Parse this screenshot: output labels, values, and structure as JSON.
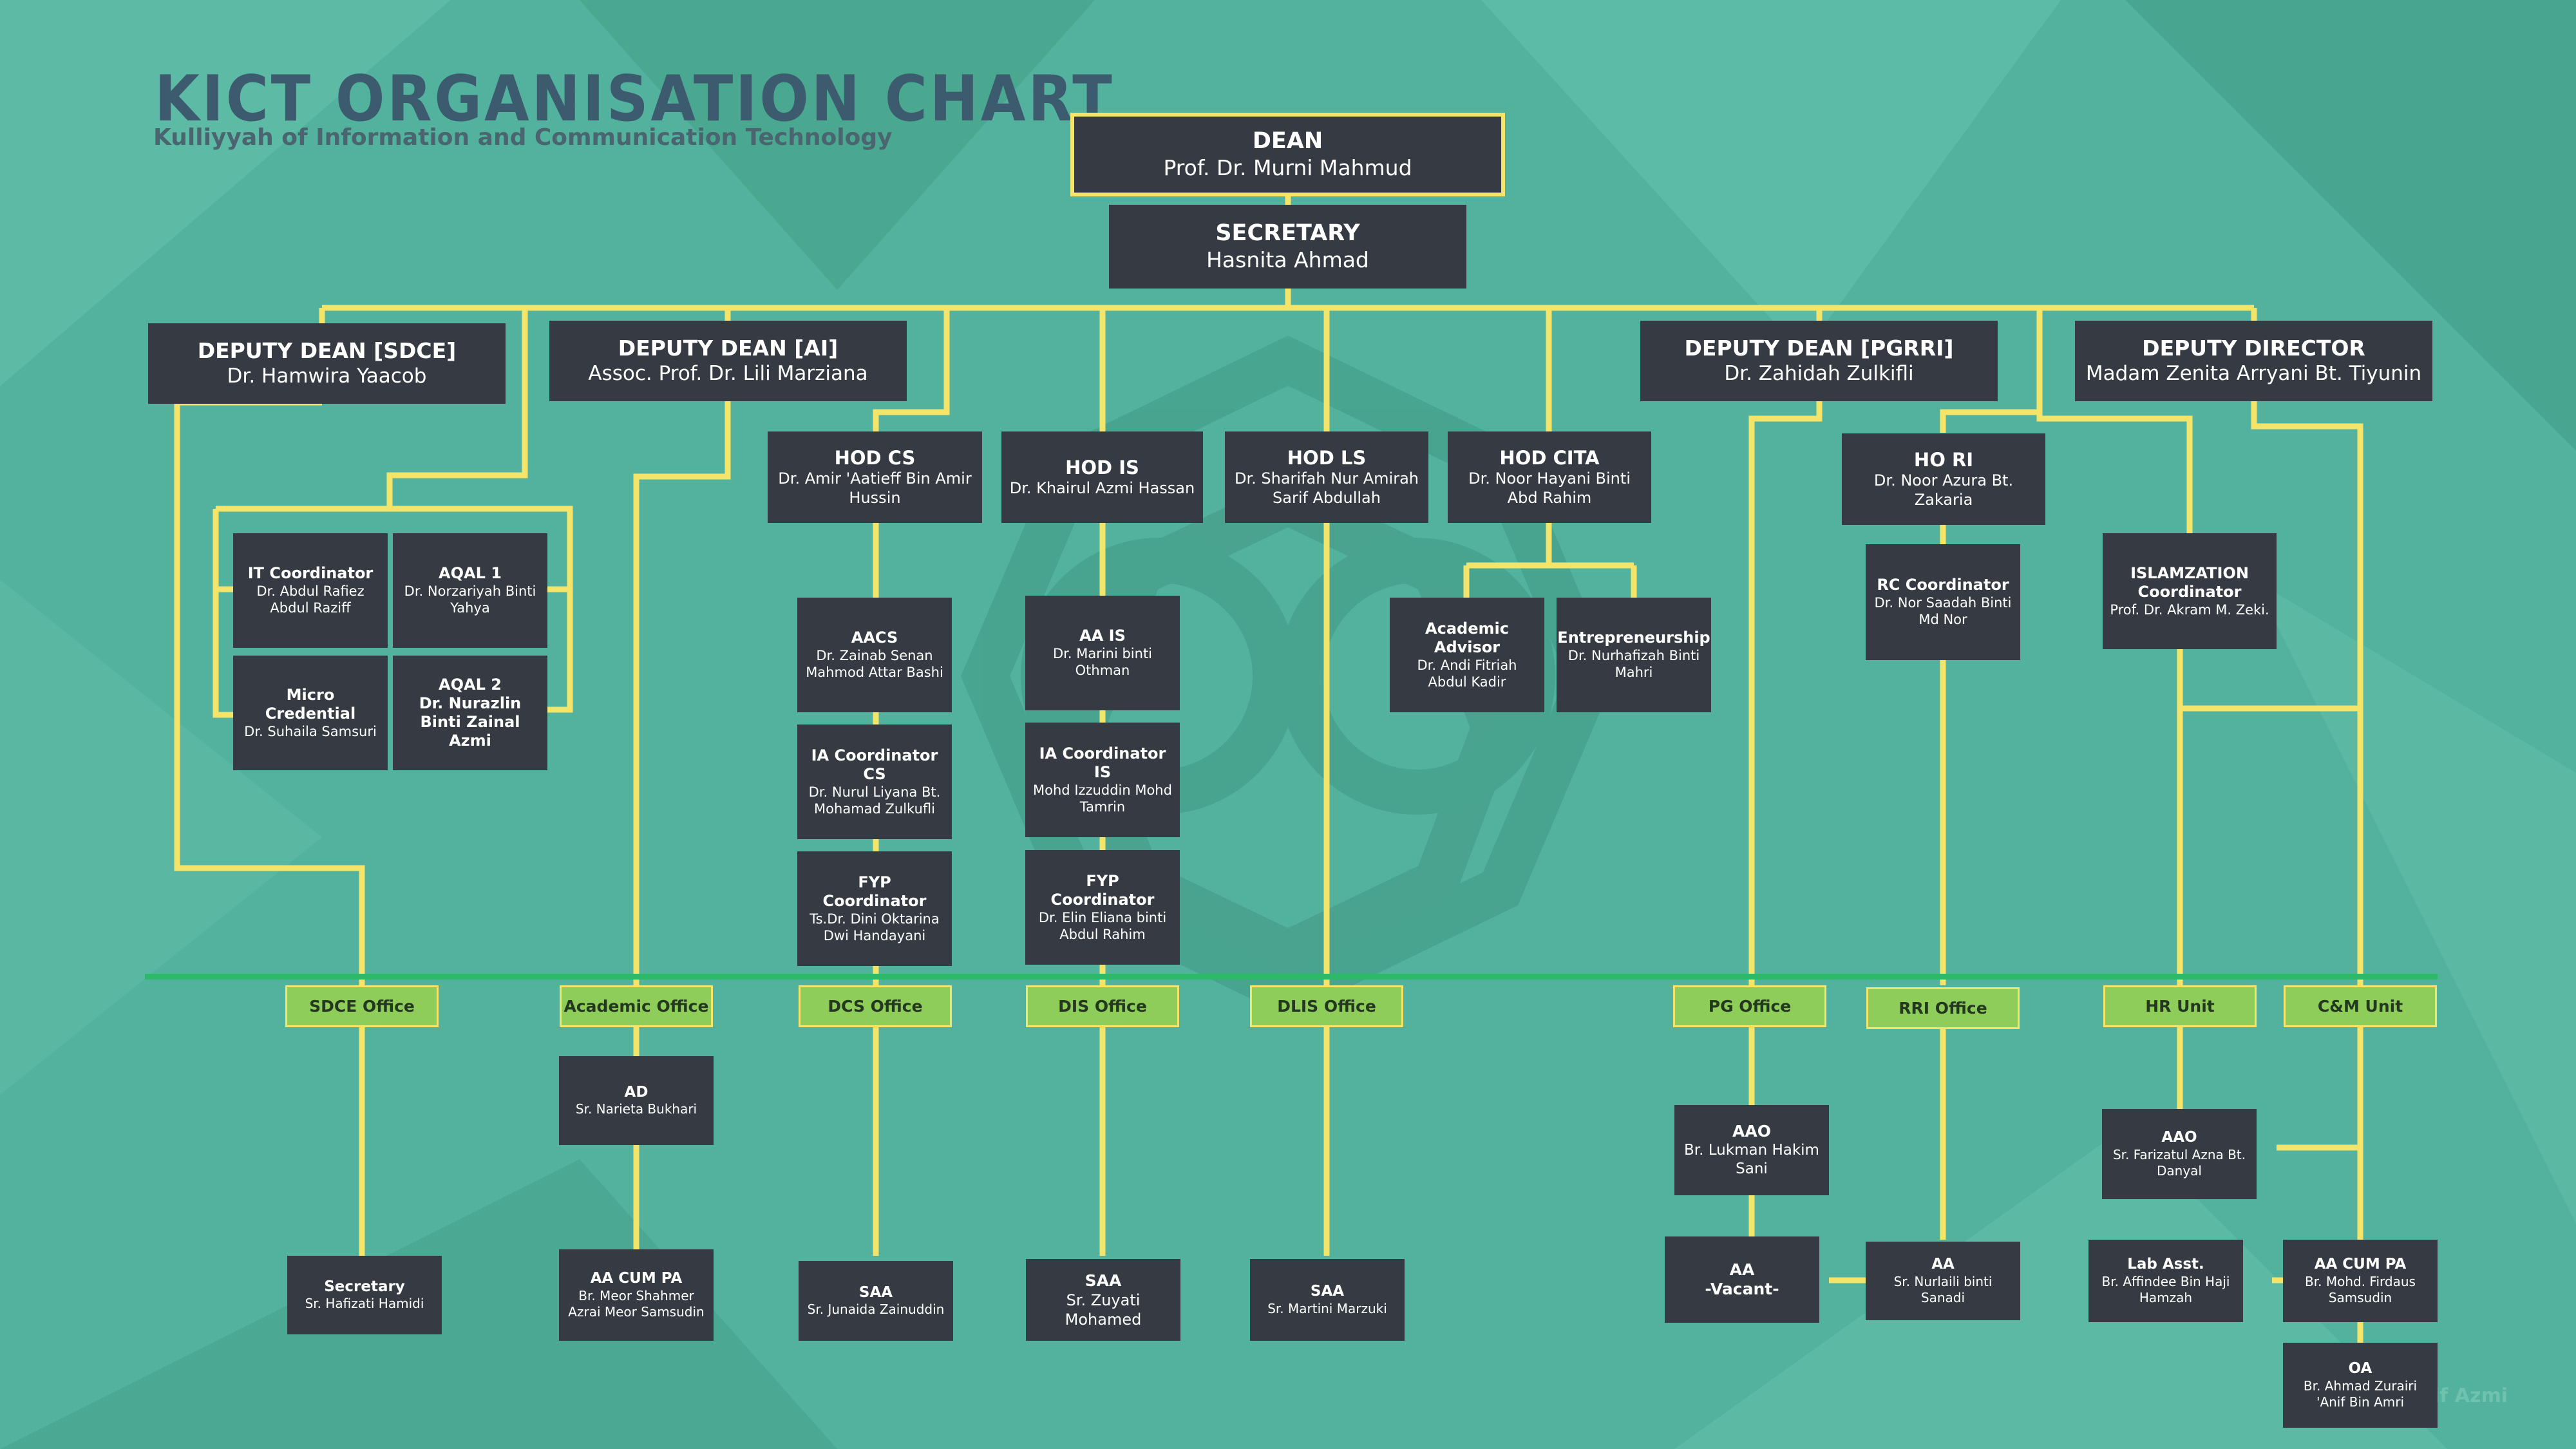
{
  "header": {
    "title": "KICT ORGANISATION CHART",
    "subtitle": "Kulliyyah of Information and Communication Technology"
  },
  "colors": {
    "background": "#52b29d",
    "box": "#363b43",
    "connector": "#f5e46a",
    "office": "#8fcd5a",
    "divider": "#2db86a",
    "title": "#3c5b6e"
  },
  "boxes": {
    "dean": {
      "role": "DEAN",
      "name": "Prof. Dr. Murni Mahmud"
    },
    "secretary": {
      "role": "SECRETARY",
      "name": "Hasnita Ahmad"
    },
    "dd_sdce": {
      "role": "DEPUTY DEAN [SDCE]",
      "name": "Dr. Hamwira Yaacob"
    },
    "dd_ai": {
      "role": "DEPUTY DEAN [AI]",
      "name": "Assoc. Prof. Dr. Lili Marziana"
    },
    "dd_pgrri": {
      "role": "DEPUTY DEAN [PGRRI]",
      "name": "Dr. Zahidah Zulkifli"
    },
    "deputy_director": {
      "role": "DEPUTY DIRECTOR",
      "name": "Madam Zenita Arryani Bt. Tiyunin"
    },
    "hod_cs": {
      "role": "HOD CS",
      "name": "Dr. Amir 'Aatieff Bin Amir Hussin"
    },
    "hod_is": {
      "role": "HOD IS",
      "name": "Dr. Khairul Azmi Hassan"
    },
    "hod_ls": {
      "role": "HOD LS",
      "name": "Dr. Sharifah Nur Amirah Sarif Abdullah"
    },
    "hod_cita": {
      "role": "HOD CITA",
      "name": "Dr. Noor Hayani Binti Abd Rahim"
    },
    "ho_ri": {
      "role": "HO RI",
      "name": "Dr. Noor Azura Bt. Zakaria"
    },
    "it_coord": {
      "role": "IT Coordinator",
      "name": "Dr. Abdul Rafiez Abdul Raziff"
    },
    "aqal1": {
      "role": "AQAL 1",
      "name": "Dr. Norzariyah Binti Yahya"
    },
    "micro": {
      "role": "Micro Credential",
      "name": "Dr. Suhaila Samsuri"
    },
    "aqal2": {
      "role": "AQAL 2",
      "name": "Dr. Nurazlin Binti Zainal Azmi"
    },
    "aacs": {
      "role": "AACS",
      "name": "Dr. Zainab Senan Mahmod Attar Bashi"
    },
    "ia_cs": {
      "role": "IA Coordinator CS",
      "name": "Dr. Nurul Liyana Bt. Mohamad Zulkufli"
    },
    "fyp_cs": {
      "role": "FYP Coordinator",
      "name": "Ts.Dr. Dini Oktarina Dwi Handayani"
    },
    "aais": {
      "role": "AA IS",
      "name": "Dr. Marini binti Othman"
    },
    "ia_is": {
      "role": "IA Coordinator IS",
      "name": "Mohd Izzuddin Mohd Tamrin"
    },
    "fyp_is": {
      "role": "FYP Coordinator",
      "name": "Dr. Elin Eliana binti Abdul Rahim"
    },
    "acad_adv": {
      "role": "Academic Advisor",
      "name": "Dr. Andi Fitriah Abdul Kadir"
    },
    "entre": {
      "role": "Entrepreneurship",
      "name": "Dr. Nurhafizah Binti Mahri"
    },
    "rc_coord": {
      "role": "RC Coordinator",
      "name": "Dr. Nor Saadah Binti Md Nor"
    },
    "islam_coord": {
      "role": "ISLAMZATION Coordinator",
      "name": "Prof. Dr. Akram M. Zeki."
    },
    "ad": {
      "role": "AD",
      "name": "Sr. Narieta Bukhari"
    },
    "sec_sdce": {
      "role": "Secretary",
      "name": "Sr. Hafizati Hamidi"
    },
    "aa_cum_pa_acad": {
      "role": "AA CUM PA",
      "name": "Br. Meor Shahmer Azrai Meor Samsudin"
    },
    "saa_dcs": {
      "role": "SAA",
      "name": "Sr. Junaida Zainuddin"
    },
    "saa_dis": {
      "role": "SAA",
      "name": "Sr. Zuyati Mohamed"
    },
    "saa_dlis": {
      "role": "SAA",
      "name": "Sr. Martini Marzuki"
    },
    "aao_pg": {
      "role": "AAO",
      "name": "Br. Lukman Hakim Sani"
    },
    "aa_vacant": {
      "role": "AA",
      "name": "-Vacant-"
    },
    "aa_rri": {
      "role": "AA",
      "name": "Sr. Nurlaili binti Sanadi"
    },
    "aao_hr": {
      "role": "AAO",
      "name": "Sr. Farizatul Azna Bt. Danyal"
    },
    "lab_asst": {
      "role": "Lab Asst.",
      "name": "Br. Affindee Bin Haji Hamzah"
    },
    "aa_cum_pa_cm": {
      "role": "AA CUM PA",
      "name": "Br. Mohd. Firdaus Samsudin"
    },
    "oa": {
      "role": "OA",
      "name": "Br. Ahmad Zurairi 'Anif Bin Amri"
    }
  },
  "offices": {
    "sdce": "SDCE Office",
    "academic": "Academic Office",
    "dcs": "DCS Office",
    "dis": "DIS Office",
    "dlis": "DLIS Office",
    "pg": "PG Office",
    "rri": "RRI Office",
    "hr": "HR Unit",
    "cm": "C&M Unit"
  },
  "watermark": "Arif Azmi"
}
